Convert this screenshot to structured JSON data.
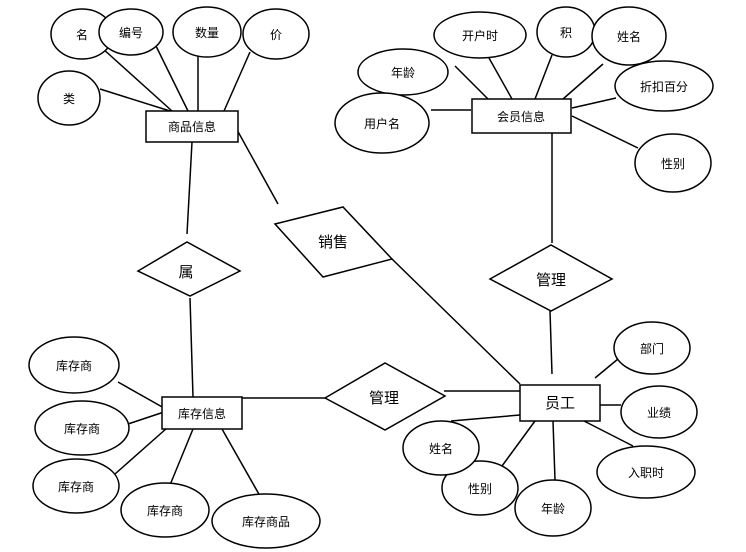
{
  "entities": {
    "product_info": "商品信息",
    "member_info": "会员信息",
    "inventory_info": "库存信息",
    "employee": "员工"
  },
  "relationships": {
    "belongs": "属",
    "sales": "销售",
    "manage_members": "管理",
    "manage_inventory": "管理"
  },
  "attributes": {
    "product": [
      "名",
      "编号",
      "数量",
      "价",
      "类"
    ],
    "member": [
      "开户时",
      "积",
      "姓名",
      "年龄",
      "折扣百分",
      "用户名",
      "性别"
    ],
    "inventory": [
      "库存商",
      "库存商",
      "库存商",
      "库存商",
      "库存商品"
    ],
    "employee": [
      "部门",
      "业绩",
      "入职时",
      "年龄",
      "性别",
      "姓名"
    ]
  }
}
